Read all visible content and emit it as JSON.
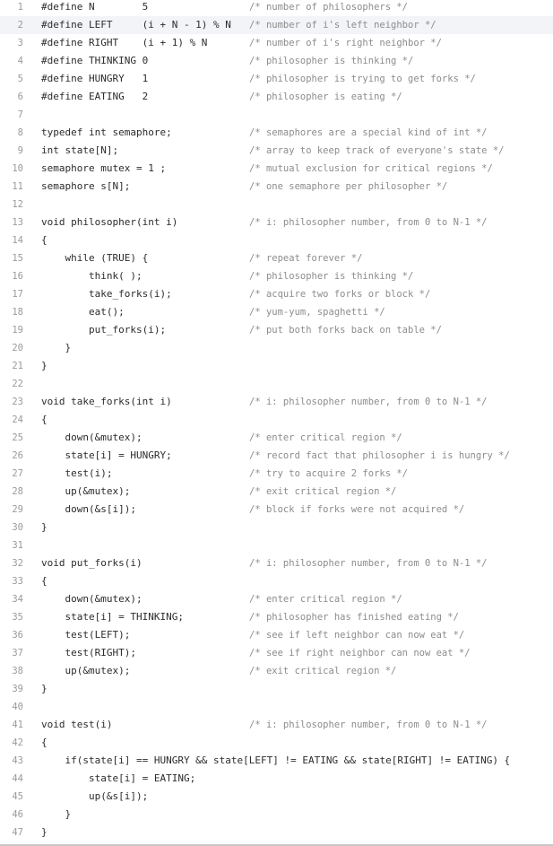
{
  "editor": {
    "lines": [
      {
        "n": "1",
        "code": "#define N        5",
        "comment": "/* number of philosophers */"
      },
      {
        "n": "2",
        "code": "#define LEFT     (i + N - 1) % N",
        "comment": "/* number of i's left neighbor */"
      },
      {
        "n": "3",
        "code": "#define RIGHT    (i + 1) % N",
        "comment": "/* number of i's right neighbor */"
      },
      {
        "n": "4",
        "code": "#define THINKING 0",
        "comment": "/* philosopher is thinking */"
      },
      {
        "n": "5",
        "code": "#define HUNGRY   1",
        "comment": "/* philosopher is trying to get forks */"
      },
      {
        "n": "6",
        "code": "#define EATING   2",
        "comment": "/* philosopher is eating */"
      },
      {
        "n": "7",
        "code": "",
        "comment": ""
      },
      {
        "n": "8",
        "code": "typedef int semaphore;",
        "comment": "/* semaphores are a special kind of int */"
      },
      {
        "n": "9",
        "code": "int state[N];",
        "comment": "/* array to keep track of everyone's state */"
      },
      {
        "n": "10",
        "code": "semaphore mutex = 1 ;",
        "comment": "/* mutual exclusion for critical regions */"
      },
      {
        "n": "11",
        "code": "semaphore s[N];",
        "comment": "/* one semaphore per philosopher */"
      },
      {
        "n": "12",
        "code": "",
        "comment": ""
      },
      {
        "n": "13",
        "code": "void philosopher(int i)",
        "comment": "/* i: philosopher number, from 0 to N-1 */"
      },
      {
        "n": "14",
        "code": "{",
        "comment": ""
      },
      {
        "n": "15",
        "code": "    while (TRUE) {",
        "comment": "/* repeat forever */"
      },
      {
        "n": "16",
        "code": "        think( );",
        "comment": "/* philosopher is thinking */"
      },
      {
        "n": "17",
        "code": "        take_forks(i);",
        "comment": "/* acquire two forks or block */"
      },
      {
        "n": "18",
        "code": "        eat();",
        "comment": "/* yum-yum, spaghetti */"
      },
      {
        "n": "19",
        "code": "        put_forks(i);",
        "comment": "/* put both forks back on table */"
      },
      {
        "n": "20",
        "code": "    }",
        "comment": ""
      },
      {
        "n": "21",
        "code": "}",
        "comment": ""
      },
      {
        "n": "22",
        "code": "",
        "comment": ""
      },
      {
        "n": "23",
        "code": "void take_forks(int i)",
        "comment": "/* i: philosopher number, from 0 to N-1 */"
      },
      {
        "n": "24",
        "code": "{",
        "comment": ""
      },
      {
        "n": "25",
        "code": "    down(&mutex);",
        "comment": "/* enter critical region */"
      },
      {
        "n": "26",
        "code": "    state[i] = HUNGRY;",
        "comment": "/* record fact that philosopher i is hungry */"
      },
      {
        "n": "27",
        "code": "    test(i);",
        "comment": "/* try to acquire 2 forks */"
      },
      {
        "n": "28",
        "code": "    up(&mutex);",
        "comment": "/* exit critical region */"
      },
      {
        "n": "29",
        "code": "    down(&s[i]);",
        "comment": "/* block if forks were not acquired */"
      },
      {
        "n": "30",
        "code": "}",
        "comment": ""
      },
      {
        "n": "31",
        "code": "",
        "comment": ""
      },
      {
        "n": "32",
        "code": "void put_forks(i)",
        "comment": "/* i: philosopher number, from 0 to N-1 */"
      },
      {
        "n": "33",
        "code": "{",
        "comment": ""
      },
      {
        "n": "34",
        "code": "    down(&mutex);",
        "comment": "/* enter critical region */"
      },
      {
        "n": "35",
        "code": "    state[i] = THINKING;",
        "comment": "/* philosopher has finished eating */"
      },
      {
        "n": "36",
        "code": "    test(LEFT);",
        "comment": "/* see if left neighbor can now eat */"
      },
      {
        "n": "37",
        "code": "    test(RIGHT);",
        "comment": "/* see if right neighbor can now eat */"
      },
      {
        "n": "38",
        "code": "    up(&mutex);",
        "comment": "/* exit critical region */"
      },
      {
        "n": "39",
        "code": "}",
        "comment": ""
      },
      {
        "n": "40",
        "code": "",
        "comment": ""
      },
      {
        "n": "41",
        "code": "void test(i)",
        "comment": "/* i: philosopher number, from 0 to N-1 */"
      },
      {
        "n": "42",
        "code": "{",
        "comment": ""
      },
      {
        "n": "43",
        "code": "    if(state[i] == HUNGRY && state[LEFT] != EATING && state[RIGHT] != EATING) {",
        "comment": ""
      },
      {
        "n": "44",
        "code": "        state[i] = EATING;",
        "comment": ""
      },
      {
        "n": "45",
        "code": "        up(&s[i]);",
        "comment": ""
      },
      {
        "n": "46",
        "code": "    }",
        "comment": ""
      },
      {
        "n": "47",
        "code": "}",
        "comment": ""
      }
    ]
  }
}
